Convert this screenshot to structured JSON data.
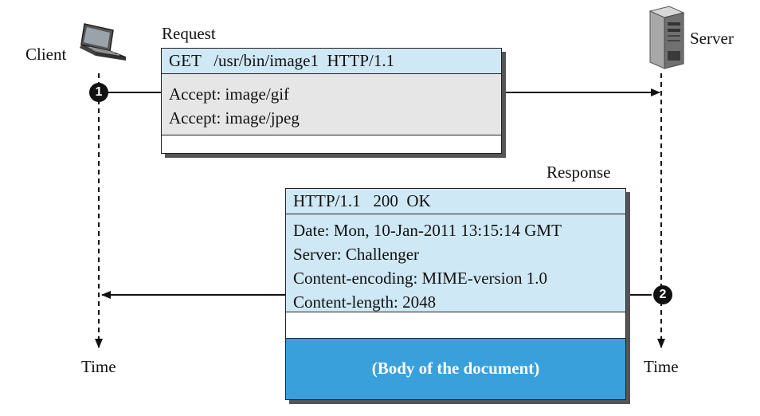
{
  "client": {
    "label": "Client"
  },
  "server": {
    "label": "Server"
  },
  "request": {
    "label": "Request",
    "start_line": "GET   /usr/bin/image1  HTTP/1.1",
    "headers": [
      "Accept: image/gif",
      "Accept: image/jpeg"
    ]
  },
  "response": {
    "label": "Response",
    "status_line": "HTTP/1.1   200  OK",
    "headers": [
      "Date: Mon, 10-Jan-2011 13:15:14 GMT",
      "Server: Challenger",
      "Content-encoding: MIME-version 1.0",
      "Content-length: 2048"
    ],
    "body": "(Body of the document)"
  },
  "markers": {
    "request": "1",
    "response": "2"
  },
  "time": {
    "left": "Time",
    "right": "Time"
  },
  "colors": {
    "header_fill": "#cfe8f5",
    "body_fill": "#3aa0dc",
    "request_headers_fill": "#e6e6e6"
  }
}
